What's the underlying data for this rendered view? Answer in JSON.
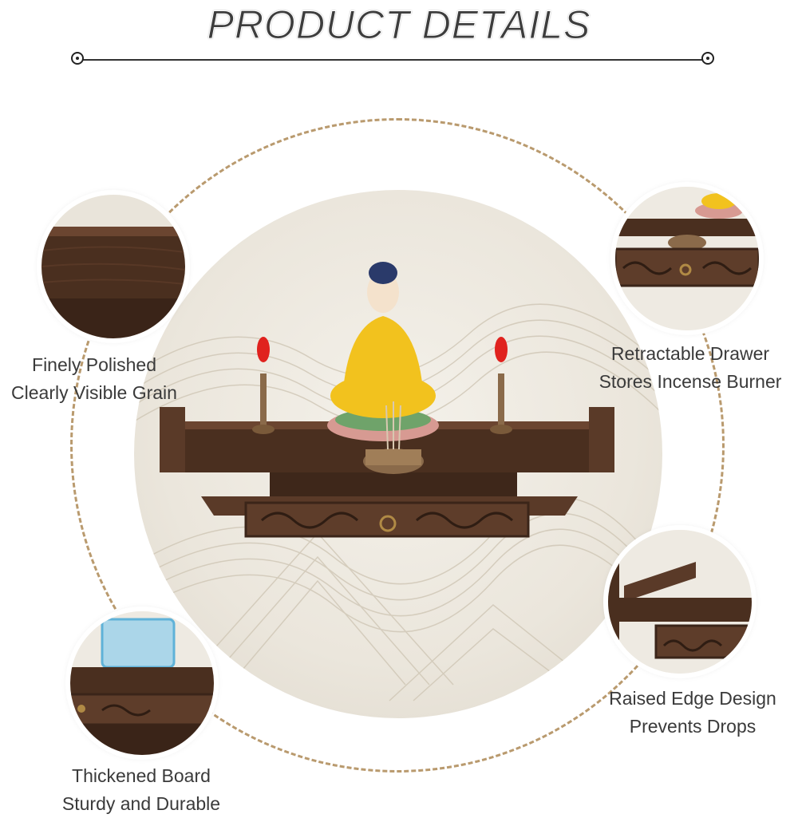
{
  "header": {
    "title": "PRODUCT DETAILS"
  },
  "colors": {
    "wood": "#4a2f1f",
    "wood_light": "#6b4530",
    "ring_dash": "#b99a6e",
    "text": "#3a3a3a",
    "statue_robe": "#f2c21e",
    "candle_flame": "#e0221e"
  },
  "features": [
    {
      "line1": "Finely Polished",
      "line2": "Clearly Visible Grain",
      "icon": "wood-grain-closeup"
    },
    {
      "line1": "Retractable Drawer",
      "line2": "Stores Incense Burner",
      "icon": "drawer-closeup"
    },
    {
      "line1": "Raised Edge Design",
      "line2": "Prevents Drops",
      "icon": "raised-edge-closeup"
    },
    {
      "line1": "Thickened Board",
      "line2": "Sturdy and Durable",
      "icon": "board-closeup"
    }
  ]
}
